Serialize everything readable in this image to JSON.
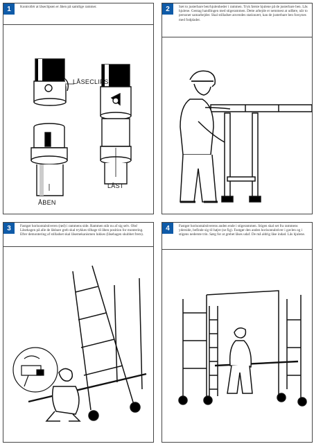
{
  "panels": [
    {
      "number": "1",
      "text": "Kontrollér at låseclipsen er åben på samtlige rammer.",
      "labels": {
        "clip": "LÅSECLIPS",
        "open": "ÅBEN",
        "locked": "LÅST"
      }
    },
    {
      "number": "2",
      "text": "Sæt to justerbare ben/hjulenheder i rammen. Tryk første hjulene på de justerbare ben. Lås hjulene. Gentag handlingen med stigerammen. Dette arbejde er nemmest at udføre, når to personer samarbejder. Skal stilladset anvendes stationært, kan de justerbare ben forsynes med fodplader."
    },
    {
      "number": "3",
      "text": "Fastgør horisontalstiveren (rød) i rammens side. Rammen står nu af sig selv. Obs! Låsehagen på alle de låsbare greb skal trykkes tilbage til åben position for montering. Efter demontering af stilladset skal låsemekanismen lukkes (låsehagen skubbet frem)."
    },
    {
      "number": "4",
      "text": "Fastgør horisontalstiverens anden ende i stigerammen. Stigen skal set fra rammens yderside, befinde sig til højre (se fig). Fastgør den anden horisontalstiver i gavlen og i stigens nederste trin. Sørg for at grebet låses udaf. De må aldrig låse indad. Lås hjulene."
    }
  ]
}
